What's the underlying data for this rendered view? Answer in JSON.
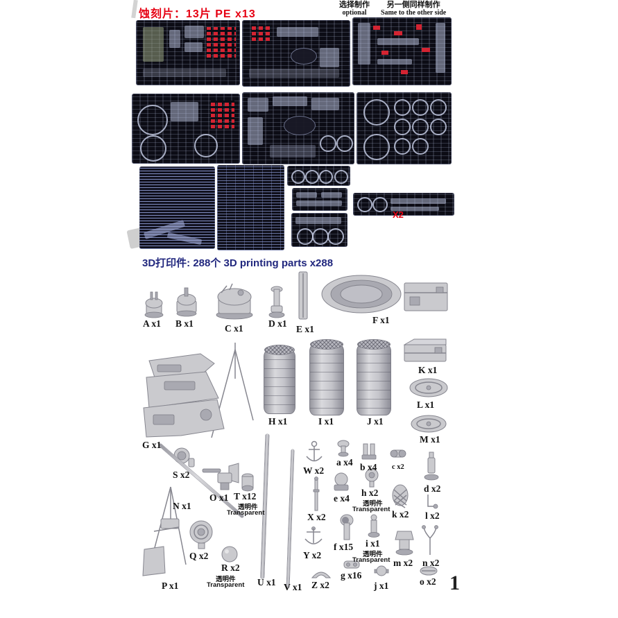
{
  "header": {
    "pe_title": "蚀刻片：13片  PE x13",
    "optional_cn": "选择制作",
    "optional_en": "optional",
    "same_cn": "另一侧同样制作",
    "same_en": "Same to the other side"
  },
  "pe": {
    "x2": "X2"
  },
  "printing": {
    "title": "3D打印件: 288个  3D printing parts x288"
  },
  "notes": {
    "cn": "透明件",
    "en": "Transparent"
  },
  "page": {
    "number": "1"
  },
  "colors": {
    "red": "#e60012",
    "navy": "#21277e",
    "sheet": "#0c0c15",
    "part_gray": "#cacace"
  },
  "parts": {
    "A": {
      "label": "A x1"
    },
    "B": {
      "label": "B x1"
    },
    "C": {
      "label": "C x1"
    },
    "D": {
      "label": "D x1"
    },
    "E": {
      "label": "E x1"
    },
    "F": {
      "label": "F x1"
    },
    "G": {
      "label": "G x1"
    },
    "H": {
      "label": "H x1"
    },
    "I": {
      "label": "I x1"
    },
    "J": {
      "label": "J x1"
    },
    "K": {
      "label": "K x1"
    },
    "L": {
      "label": "L x1"
    },
    "M": {
      "label": "M x1"
    },
    "N": {
      "label": "N x1"
    },
    "O": {
      "label": "O x1"
    },
    "P": {
      "label": "P x1"
    },
    "Q": {
      "label": "Q x2"
    },
    "R": {
      "label": "R x2"
    },
    "S": {
      "label": "S x2"
    },
    "T": {
      "label": "T x12"
    },
    "U": {
      "label": "U x1"
    },
    "V": {
      "label": "V x1"
    },
    "W": {
      "label": "W x2"
    },
    "X": {
      "label": "X x2"
    },
    "Y": {
      "label": "Y x2"
    },
    "Z": {
      "label": "Z x2"
    },
    "a": {
      "label": "a x4"
    },
    "b": {
      "label": "b x4"
    },
    "c": {
      "label": "c x2"
    },
    "d": {
      "label": "d x2"
    },
    "e": {
      "label": "e x4"
    },
    "f": {
      "label": "f x15"
    },
    "g": {
      "label": "g x16"
    },
    "h": {
      "label": "h x2"
    },
    "i": {
      "label": "i x1"
    },
    "j": {
      "label": "j x1"
    },
    "k": {
      "label": "k x2"
    },
    "l": {
      "label": "l x2"
    },
    "m": {
      "label": "m x2"
    },
    "n": {
      "label": "n x2"
    },
    "o": {
      "label": "o x2"
    }
  }
}
